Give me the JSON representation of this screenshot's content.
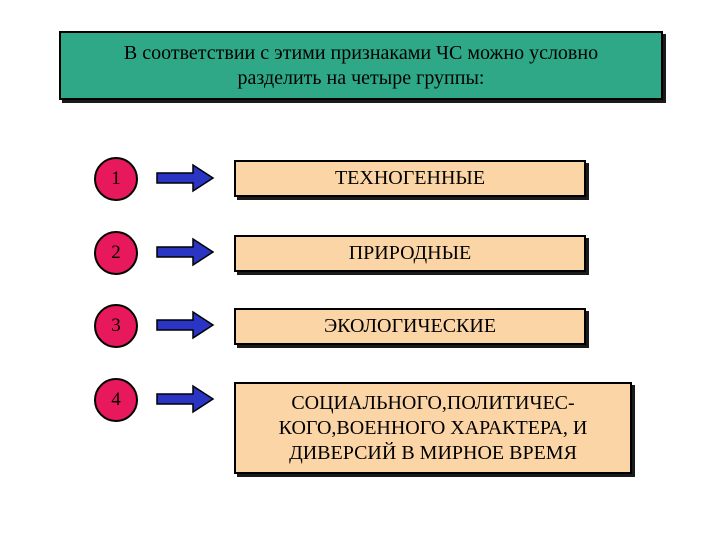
{
  "title": {
    "line1": "В соответствии с этими признаками ЧС можно условно",
    "line2": "разделить на четыре группы:"
  },
  "colors": {
    "title_bg": "#2ea887",
    "circle": "#e8185c",
    "arrow": "#2a35c4",
    "box": "#fcd5a6"
  },
  "groups": [
    {
      "number": "1",
      "lines": [
        "ТЕХНОГЕННЫЕ"
      ]
    },
    {
      "number": "2",
      "lines": [
        "ПРИРОДНЫЕ"
      ]
    },
    {
      "number": "3",
      "lines": [
        "ЭКОЛОГИЧЕСКИЕ"
      ]
    },
    {
      "number": "4",
      "lines": [
        "СОЦИАЛЬНОГО,ПОЛИТИЧЕС-",
        "КОГО,ВОЕННОГО ХАРАКТЕРА, И",
        "ДИВЕРСИЙ В МИРНОЕ ВРЕМЯ"
      ]
    }
  ]
}
